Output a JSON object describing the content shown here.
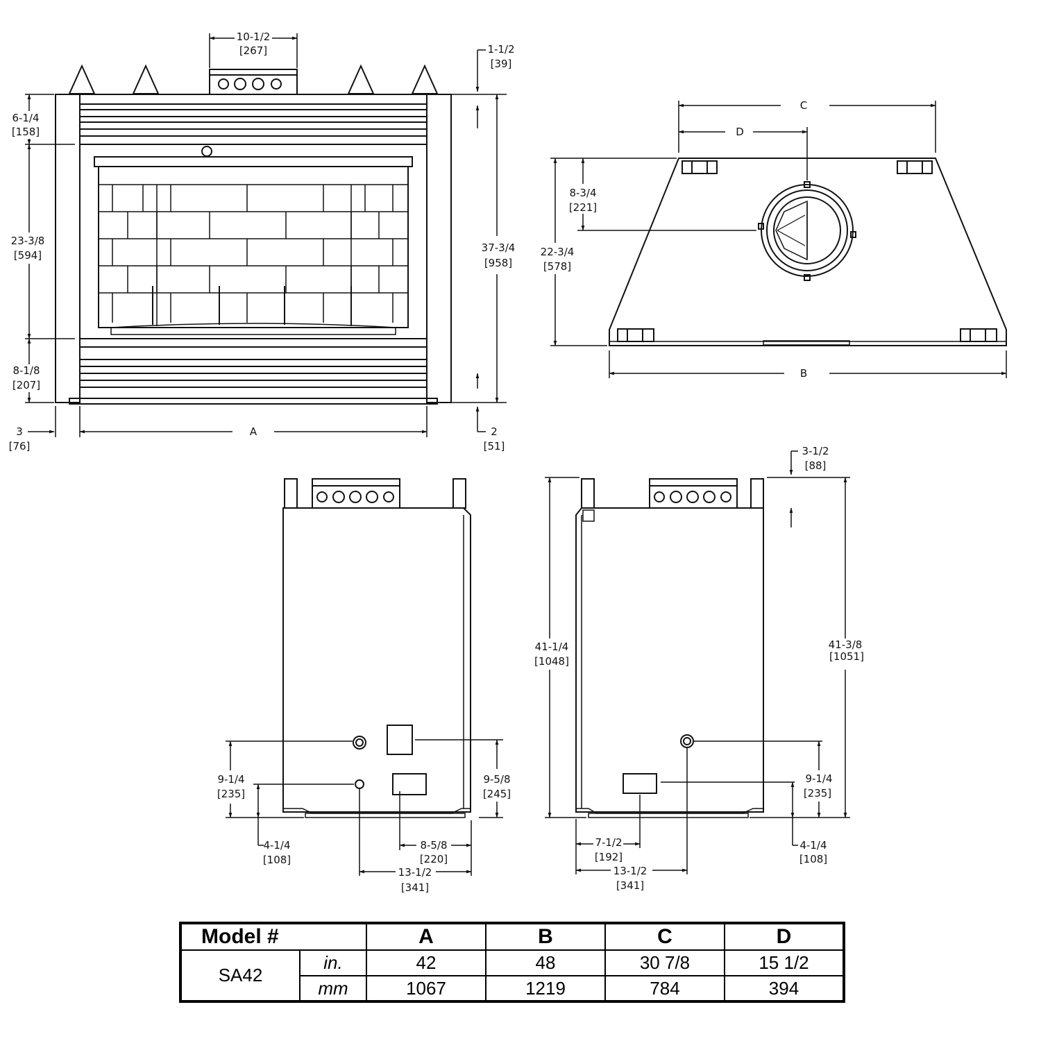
{
  "front_view": {
    "top_width": {
      "in": "10-1/2",
      "mm": "[267]"
    },
    "top_offset": {
      "in": "1-1/2",
      "mm": "[39]"
    },
    "upper_left": {
      "in": "6-1/4",
      "mm": "[158]"
    },
    "opening_height": {
      "in": "23-3/8",
      "mm": "[594]"
    },
    "lower_left": {
      "in": "8-1/8",
      "mm": "[207]"
    },
    "overall_height": {
      "in": "37-3/4",
      "mm": "[958]"
    },
    "side_offset": {
      "in": "3",
      "mm": "[76]"
    },
    "width_label": "A",
    "bottom_offset": {
      "in": "2",
      "mm": "[51]"
    }
  },
  "top_view": {
    "label_c": "C",
    "label_d": "D",
    "label_b": "B",
    "collar_offset": {
      "in": "8-3/4",
      "mm": "[221]"
    },
    "depth": {
      "in": "22-3/4",
      "mm": "[578]"
    }
  },
  "side_left": {
    "gas_height": {
      "in": "9-1/4",
      "mm": "[235]"
    },
    "elec_height": {
      "in": "9-5/8",
      "mm": "[245]"
    },
    "lower_height": {
      "in": "4-1/4",
      "mm": "[108]"
    },
    "box_offset": {
      "in": "8-5/8",
      "mm": "[220]"
    },
    "hole_offset": {
      "in": "13-1/2",
      "mm": "[341]"
    }
  },
  "side_right": {
    "top_offset": {
      "in": "3-1/2",
      "mm": "[88]"
    },
    "height_left": {
      "in": "41-1/4",
      "mm": "[1048]"
    },
    "height_right": {
      "in": "41-3/8",
      "mm": "[1051]"
    },
    "gas_height": {
      "in": "9-1/4",
      "mm": "[235]"
    },
    "lower_height": {
      "in": "4-1/4",
      "mm": "[108]"
    },
    "box_offset": {
      "in": "7-1/2",
      "mm": "[192]"
    },
    "hole_offset": {
      "in": "13-1/2",
      "mm": "[341]"
    }
  },
  "table": {
    "header": [
      "Model #",
      "A",
      "B",
      "C",
      "D"
    ],
    "model": "SA42",
    "rows": [
      {
        "unit": "in.",
        "values": [
          "42",
          "48",
          "30 7/8",
          "15 1/2"
        ]
      },
      {
        "unit": "mm",
        "values": [
          "1067",
          "1219",
          "784",
          "394"
        ]
      }
    ]
  }
}
